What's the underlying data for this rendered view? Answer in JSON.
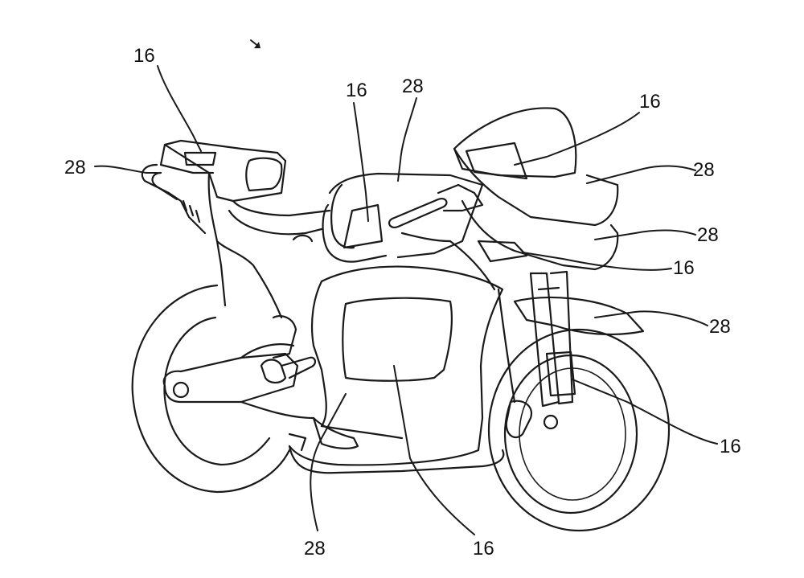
{
  "reference_numerals": {
    "sensor_tail": "16",
    "body_tail": "28",
    "sensor_tank": "16",
    "body_tank": "28",
    "sensor_windscreen": "16",
    "body_fairing_upper": "28",
    "body_fairing_mid": "28",
    "sensor_fairing_side": "16",
    "body_fender": "28",
    "sensor_fork": "16",
    "body_belly": "28",
    "sensor_side_panel": "16"
  },
  "colors": {
    "line": "#1a1a1a",
    "background": "#ffffff"
  }
}
